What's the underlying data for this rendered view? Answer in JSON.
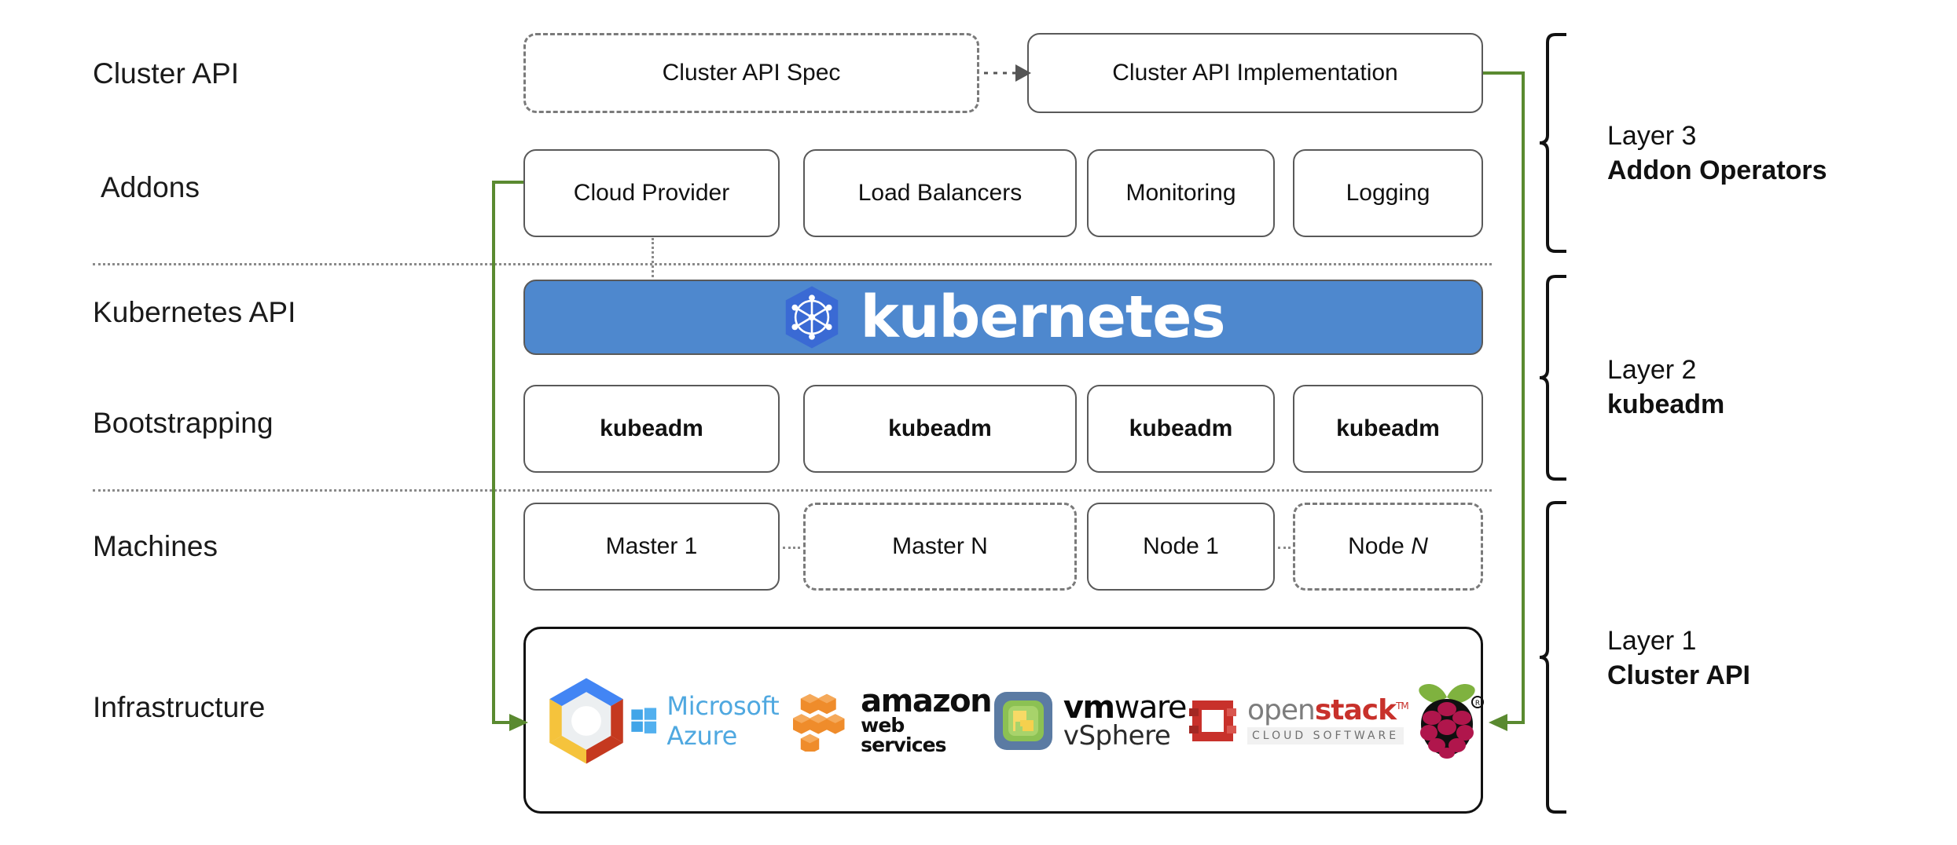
{
  "diagram": {
    "title": "Kubernetes Cluster API layered architecture",
    "accent_green": "#5a8a30",
    "kubernetes_blue": "#4e88ce",
    "logo_blue": "#3a6ad4"
  },
  "row_labels": [
    {
      "text": "Cluster API"
    },
    {
      "text": "Addons"
    },
    {
      "text": "Kubernetes API"
    },
    {
      "text": "Bootstrapping"
    },
    {
      "text": "Machines"
    },
    {
      "text": "Infrastructure"
    }
  ],
  "cluster_api_row": {
    "spec_box": "Cluster API Spec",
    "impl_box": "Cluster API Implementation",
    "connector": "dotted-arrow-right"
  },
  "addons_row": {
    "boxes": [
      "Cloud Provider",
      "Load Balancers",
      "Monitoring",
      "Logging"
    ]
  },
  "kubernetes_row": {
    "wordmark": "kubernetes",
    "logo_name": "kubernetes-helm-icon"
  },
  "bootstrapping_row": {
    "boxes": [
      "kubeadm",
      "kubeadm",
      "kubeadm",
      "kubeadm"
    ]
  },
  "machines_row": {
    "boxes": [
      {
        "label": "Master 1",
        "style": "solid"
      },
      {
        "label": "Master N",
        "style": "dashed"
      },
      {
        "label": "Node 1",
        "style": "solid"
      },
      {
        "label": "Node ",
        "italic": "N",
        "style": "dashed"
      }
    ]
  },
  "infrastructure_row": {
    "providers": [
      {
        "name": "google-cloud-icon",
        "label": ""
      },
      {
        "name": "microsoft-azure-logo",
        "label": "Microsoft Azure"
      },
      {
        "name": "amazon-web-services-logo",
        "label_top": "amazon",
        "label_bottom": "web services"
      },
      {
        "name": "vmware-vsphere-logo",
        "label_top_a": "vm",
        "label_top_b": "ware",
        "label_bottom": "vSphere"
      },
      {
        "name": "openstack-logo",
        "label_top_a": "open",
        "label_top_b": "stack",
        "label_tm": "TM",
        "label_bottom": "CLOUD SOFTWARE"
      },
      {
        "name": "raspberry-pi-logo",
        "label": ""
      }
    ]
  },
  "layer_brackets": [
    {
      "layer": "Layer 3",
      "name": "Addon Operators"
    },
    {
      "layer": "Layer 2",
      "name": "kubeadm"
    },
    {
      "layer": "Layer 1",
      "name": "Cluster API"
    }
  ]
}
